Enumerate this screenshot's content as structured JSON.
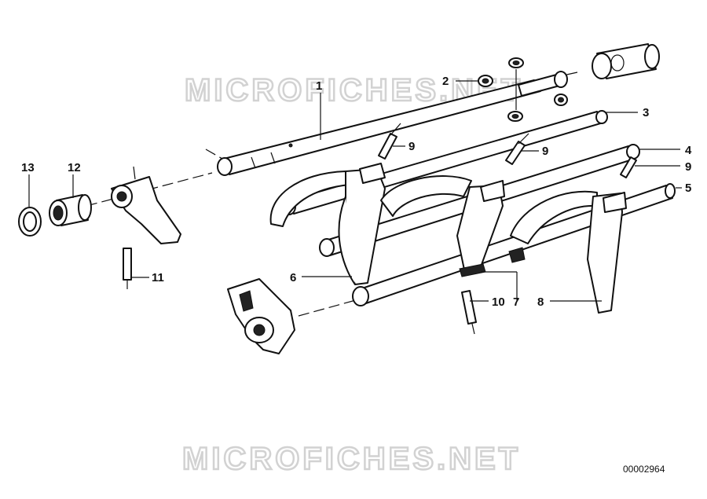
{
  "watermarks": [
    "MICROFICHES.NET",
    "MICROFICHES.NET"
  ],
  "diagram_code": "00002964",
  "callouts": {
    "c1": "1",
    "c2": "2",
    "c3": "3",
    "c4": "4",
    "c5": "5",
    "c6": "6",
    "c7": "7",
    "c8": "8",
    "c9a": "9",
    "c9b": "9",
    "c9c": "9",
    "c10": "10",
    "c11": "11",
    "c12": "12",
    "c13": "13"
  }
}
